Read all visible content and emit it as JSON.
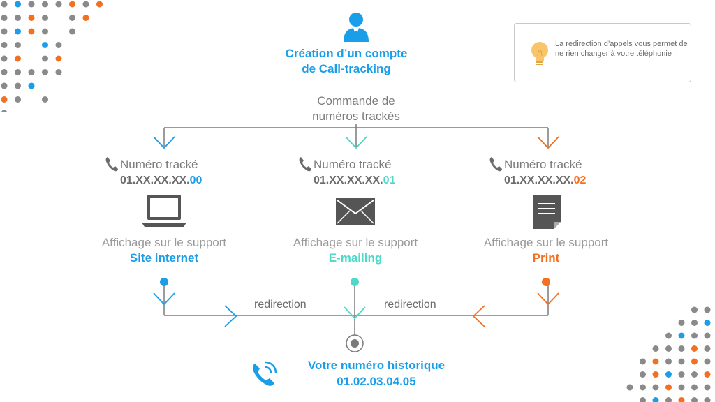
{
  "title": {
    "line1": "Création d’un compte",
    "line2": "de Call-tracking"
  },
  "tip": {
    "text": "La redirection d’appels vous permet de ne rien changer à votre téléphonie !"
  },
  "order": {
    "line1": "Commande de",
    "line2": "numéros trackés"
  },
  "branches": [
    {
      "label": "Numéro tracké",
      "number_prefix": "01.XX.XX.XX.",
      "number_suffix": "00",
      "support_label": "Affichage sur le support",
      "support_name": "Site internet",
      "color": "#1a9ee8",
      "icon": "laptop-icon"
    },
    {
      "label": "Numéro tracké",
      "number_prefix": "01.XX.XX.XX.",
      "number_suffix": "01",
      "support_label": "Affichage sur le support",
      "support_name": "E-mailing",
      "color": "#4fd8c8",
      "icon": "envelope-icon"
    },
    {
      "label": "Numéro tracké",
      "number_prefix": "01.XX.XX.XX.",
      "number_suffix": "02",
      "support_label": "Affichage sur le support",
      "support_name": "Print",
      "color": "#f2701f",
      "icon": "document-icon"
    }
  ],
  "redirection": {
    "left": "redirection",
    "right": "redirection"
  },
  "historic": {
    "title": "Votre numéro historique",
    "number": "01.02.03.04.05"
  },
  "colors": {
    "blue": "#1a9ee8",
    "teal": "#4fd8c8",
    "orange": "#f2701f",
    "gray": "#7a7a7a",
    "dot_gray": "#8a8a8a"
  }
}
